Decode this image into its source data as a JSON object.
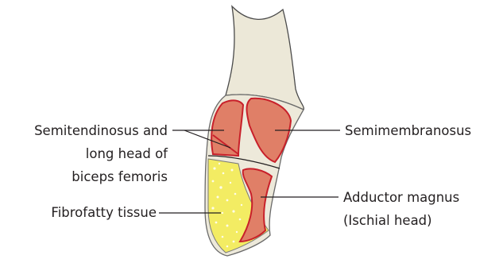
{
  "labels": {
    "semitendinosus_line1": "Semitendinosus and",
    "semitendinosus_line2": "long head of",
    "semitendinosus_line3": "biceps femoris",
    "fibrofatty": "Fibrofatty tissue",
    "semimembranosus": "Semimembranosus",
    "adductor_line1": "Adductor magnus",
    "adductor_line2": "(Ischial head)"
  },
  "colors": {
    "bone": "#ece8d8",
    "muscle_fill": "#e07f67",
    "muscle_outline": "#c8202a",
    "fat_fill": "#f3ec63",
    "fat_speckle": "#ffffff",
    "text": "#231f20"
  }
}
